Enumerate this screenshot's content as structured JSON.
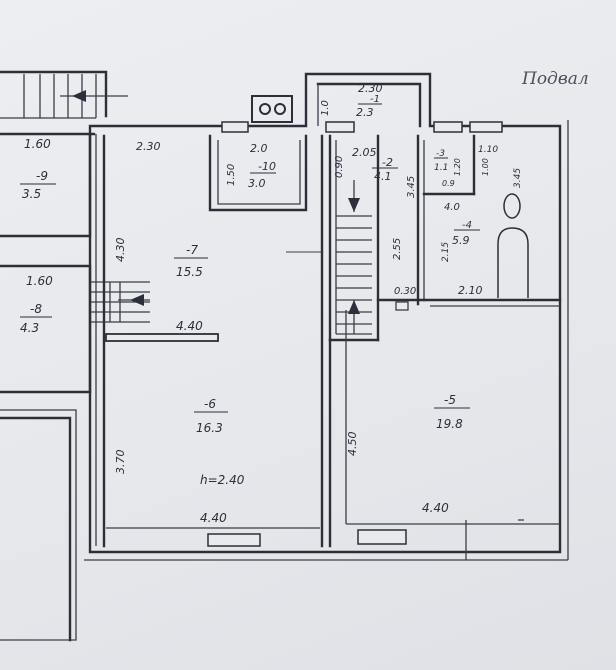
{
  "title": "Подвал",
  "ceiling_height": "h=2.40",
  "rooms": [
    {
      "id": "r1",
      "number": "-1",
      "area": "2.3"
    },
    {
      "id": "r2",
      "number": "-2",
      "area": "4.1"
    },
    {
      "id": "r3",
      "number": "-3",
      "area": "1.1"
    },
    {
      "id": "r4",
      "number": "-4",
      "area": "5.9"
    },
    {
      "id": "r5",
      "number": "-5",
      "area": "19.8"
    },
    {
      "id": "r6",
      "number": "-6",
      "area": "16.3"
    },
    {
      "id": "r7",
      "number": "-7",
      "area": "15.5"
    },
    {
      "id": "r8",
      "number": "-8",
      "area": "4.3"
    },
    {
      "id": "r9",
      "number": "-9",
      "area": "3.5"
    },
    {
      "id": "r10",
      "number": "-10",
      "area": "3.0"
    }
  ],
  "dimensions": {
    "d_230_top": "2.30",
    "d_10_top": "1.0",
    "d_160_a": "1.60",
    "d_230_r7": "2.30",
    "d_20_r10": "2.0",
    "d_150_r10": "1.50",
    "d_430": "4.30",
    "d_160_b": "1.60",
    "d_440_mid": "4.40",
    "d_090_stair": "0.90",
    "d_205": "2.05",
    "d_255": "2.55",
    "d_345": "3.45",
    "d_09_r3": "0.9",
    "d_120": "1.20",
    "d_100_r3": "1.00",
    "d_110": "1.10",
    "d_345_right": "3.45",
    "d_40": "4.0",
    "d_215": "2.15",
    "d_030": "0.30",
    "d_210": "2.10",
    "d_370": "3.70",
    "d_450": "4.50",
    "d_440_r6": "4.40",
    "d_440_r5": "4.40"
  }
}
